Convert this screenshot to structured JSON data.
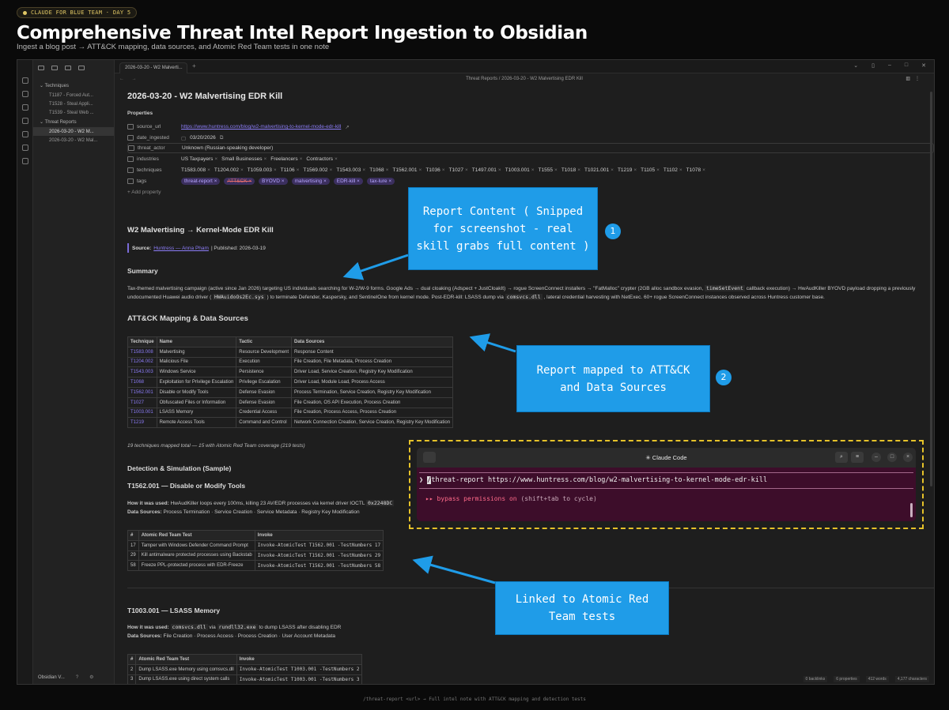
{
  "header": {
    "badge": "CLAUDE FOR BLUE TEAM  ·  DAY 5",
    "title": "Comprehensive Threat Intel Report Ingestion to Obsidian",
    "subtitle": "Ingest a blog post → ATT&CK mapping, data sources, and Atomic Red Team tests in one note"
  },
  "sidebar": {
    "folders": [
      {
        "label": "Techniques",
        "files": [
          "T1187 - Forced Aut...",
          "T1528 - Steal Appli...",
          "T1539 - Steal Web ..."
        ]
      },
      {
        "label": "Threat Reports",
        "files": [
          "2026-03-20 - W2 M...",
          "2026-03-20 - W2 Mal..."
        ]
      }
    ],
    "vault_name": "Obsidian V..."
  },
  "tabbar": {
    "tab_label": "2026-03-20 - W2 Malverti...",
    "plus": "+"
  },
  "navbar": {
    "back_forward": "← →",
    "breadcrumb": "Threat Reports  /  2026-03-20 - W2 Malvertising EDR Kill"
  },
  "note": {
    "title": "2026-03-20 - W2 Malvertising EDR Kill",
    "properties_label": "Properties",
    "props": {
      "source_url_key": "source_url",
      "source_url_val": "https://www.huntress.com/blog/w2-malvertising-to-kernel-mode-edr-kill",
      "date_key": "date_ingested",
      "date_val": "03/20/2026",
      "actor_key": "threat_actor",
      "actor_val": "Unknown (Russian-speaking developer)",
      "industries_key": "industries",
      "industries": [
        "US Taxpayers",
        "Small Businesses",
        "Freelancers",
        "Contractors"
      ],
      "techniques_key": "techniques",
      "techniques": [
        "T1583.008",
        "T1204.002",
        "T1059.003",
        "T1106",
        "T1569.002",
        "T1543.003",
        "T1068",
        "T1562.001",
        "T1036",
        "T1027",
        "T1497.001",
        "T1003.001",
        "T1555",
        "T1018",
        "T1021.001",
        "T1219",
        "T1105",
        "T1102",
        "T1078"
      ],
      "tags_key": "tags",
      "tags": [
        "threat-report",
        "ATT&CK",
        "BYOVD",
        "malvertising",
        "EDR-kill",
        "tax-lure"
      ]
    },
    "add_property": "+ Add property",
    "h_report": "W2 Malvertising → Kernel-Mode EDR Kill",
    "source_label": "Source:",
    "source_link": "Huntress — Anna Pham",
    "source_published": "| Published: 2026-03-19",
    "h_summary": "Summary",
    "summary_1": "Tax-themed malvertising campaign (active since Jan 2026) targeting US individuals searching for W-2/W-9 forms. Google Ads → dual cloaking (Adspect + JustCloakIt) → rogue ScreenConnect installers → \"FatMalloc\" crypter (2GB alloc sandbox evasion,",
    "summary_code1": "timeSetEvent",
    "summary_2": "callback execution) → HwAudKiller BYOVD payload dropping a",
    "summary_3": "previously undocumented Huawei audio driver (",
    "summary_code2": "HWAuidoOs2Ec.sys",
    "summary_4": ") to terminate Defender, Kaspersky, and SentinelOne from kernel mode. Post-EDR-kill: LSASS dump via",
    "summary_code3": "comsvcs.dll",
    "summary_5": ", lateral credential harvesting with NetExec. 60+ rogue ScreenConnect instances observed across Huntress customer base.",
    "h_mapping": "ATT&CK Mapping & Data Sources",
    "mapping_headers": [
      "Technique",
      "Name",
      "Tactic",
      "Data Sources"
    ],
    "mapping_rows": [
      [
        "T1583.008",
        "Malvertising",
        "Resource Development",
        "Response Content"
      ],
      [
        "T1204.002",
        "Malicious File",
        "Execution",
        "File Creation, File Metadata, Process Creation"
      ],
      [
        "T1543.003",
        "Windows Service",
        "Persistence",
        "Driver Load, Service Creation, Registry Key Modification"
      ],
      [
        "T1068",
        "Exploitation for Privilege Escalation",
        "Privilege Escalation",
        "Driver Load, Module Load, Process Access"
      ],
      [
        "T1562.001",
        "Disable or Modify Tools",
        "Defense Evasion",
        "Process Termination, Service Creation, Registry Key Modification"
      ],
      [
        "T1027",
        "Obfuscated Files or Information",
        "Defense Evasion",
        "File Creation, OS API Execution, Process Creation"
      ],
      [
        "T1003.001",
        "LSASS Memory",
        "Credential Access",
        "File Creation, Process Access, Process Creation"
      ],
      [
        "T1219",
        "Remote Access Tools",
        "Command and Control",
        "Network Connection Creation, Service Creation, Registry Key Modification"
      ]
    ],
    "mapping_footer": "19 techniques mapped total — 15 with Atomic Red Team coverage (219 tests)",
    "h_detect": "Detection & Simulation (Sample)",
    "h_t1562": "T1562.001 — Disable or Modify Tools",
    "how_label": "How it was used:",
    "t1562_how": "HwAudKiller loops every 100ms, killing 23 AV/EDR processes via kernel driver IOCTL",
    "t1562_ioctl": "0x2248DC",
    "ds_label": "Data Sources:",
    "t1562_ds": "Process Termination · Service Creation · Service Metadata · Registry Key Modification",
    "art_headers": [
      "#",
      "Atomic Red Team Test",
      "Invoke"
    ],
    "t1562_rows": [
      [
        "17",
        "Tamper with Windows Defender Command Prompt",
        "Invoke-AtomicTest T1562.001 -TestNumbers 17"
      ],
      [
        "29",
        "Kill antimalware protected processes using Backstab",
        "Invoke-AtomicTest T1562.001 -TestNumbers 29"
      ],
      [
        "58",
        "Freeze PPL-protected process with EDR-Freeze",
        "Invoke-AtomicTest T1562.001 -TestNumbers 58"
      ]
    ],
    "h_t1003": "T1003.001 — LSASS Memory",
    "t1003_code1": "comsvcs.dll",
    "t1003_via": "via",
    "t1003_code2": "rundll32.exe",
    "t1003_how": "to dump LSASS after disabling EDR",
    "t1003_ds": "File Creation · Process Access · Process Creation · User Account Metadata",
    "t1003_rows": [
      [
        "2",
        "Dump LSASS.exe Memory using comsvcs.dll",
        "Invoke-AtomicTest T1003.001 -TestNumbers 2"
      ],
      [
        "3",
        "Dump LSASS.exe using direct system calls",
        "Invoke-AtomicTest T1003.001 -TestNumbers 3"
      ]
    ]
  },
  "statusbar": {
    "backlinks": "0 backlinks",
    "properties": "6 properties",
    "words": "412 words",
    "chars": "4,177 characters"
  },
  "terminal": {
    "title": "✳ Claude Code",
    "prompt_symbol": "❯",
    "command": "threat-report https://www.huntress.com/blog/w2-malvertising-to-kernel-mode-edr-kill",
    "perm_icon": "▸▸",
    "perm_text": "bypass permissions on",
    "perm_hint": "(shift+tab to cycle)"
  },
  "callouts": {
    "c1": "Report Content ( Snipped for screenshot - real skill grabs full content )",
    "c1_num": "1",
    "c2": "Report mapped to ATT&CK and Data Sources",
    "c2_num": "2",
    "c3": "Linked to Atomic Red Team tests"
  },
  "footer": "/threat-report <url>  →  Full intel note with ATT&CK mapping and detection tests",
  "colors": {
    "accent": "#8b7cf6",
    "callout": "#1f9ce8",
    "terminal_bg": "#3d0d2a",
    "highlight": "#e6c229"
  }
}
